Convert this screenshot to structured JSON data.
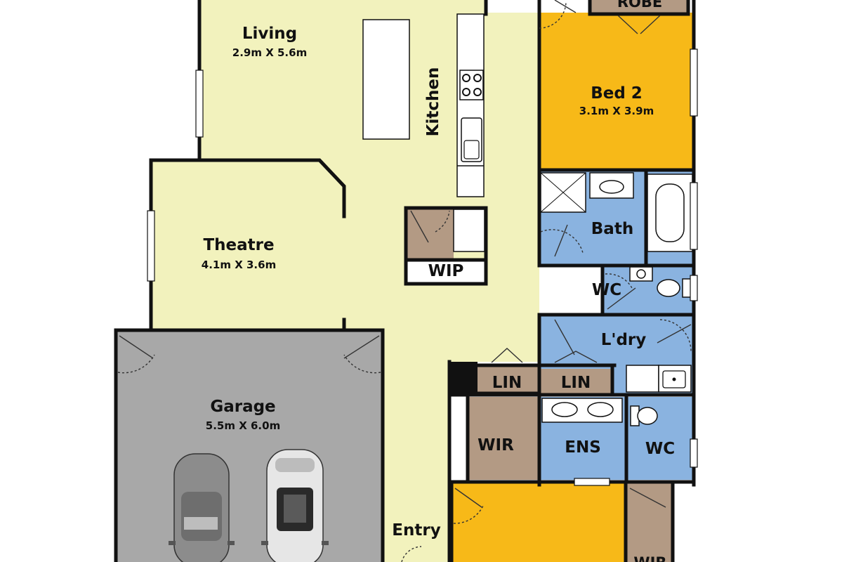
{
  "colors": {
    "living": "#f2f2bd",
    "bedroom": "#f7b918",
    "wet": "#8ab3e0",
    "storage": "#b39a84",
    "garage": "#a8a8a8",
    "wall": "#111111",
    "fixture": "#ffffff"
  },
  "rooms": {
    "living": {
      "name": "Living",
      "dims": "2.9m X 5.6m"
    },
    "kitchen": {
      "name": "Kitchen"
    },
    "theatre": {
      "name": "Theatre",
      "dims": "4.1m X 3.6m"
    },
    "wip": {
      "name": "WIP"
    },
    "bed2": {
      "name": "Bed 2",
      "dims": "3.1m X 3.9m"
    },
    "robe": {
      "name": "ROBE"
    },
    "bath": {
      "name": "Bath"
    },
    "wc1": {
      "name": "WC"
    },
    "laundry": {
      "name": "L'dry"
    },
    "lin1": {
      "name": "LIN"
    },
    "lin2": {
      "name": "LIN"
    },
    "wir1": {
      "name": "WIR"
    },
    "ens": {
      "name": "ENS"
    },
    "wc2": {
      "name": "WC"
    },
    "garage": {
      "name": "Garage",
      "dims": "5.5m X 6.0m"
    },
    "entry": {
      "name": "Entry"
    },
    "wir2": {
      "name": "WIR"
    }
  },
  "icons": {
    "car1": "car-icon",
    "car2": "car-icon",
    "stove": "cooktop-icon",
    "sink": "sink-icon",
    "bathtub": "bathtub-icon",
    "toilet": "toilet-icon",
    "shower": "shower-icon"
  }
}
